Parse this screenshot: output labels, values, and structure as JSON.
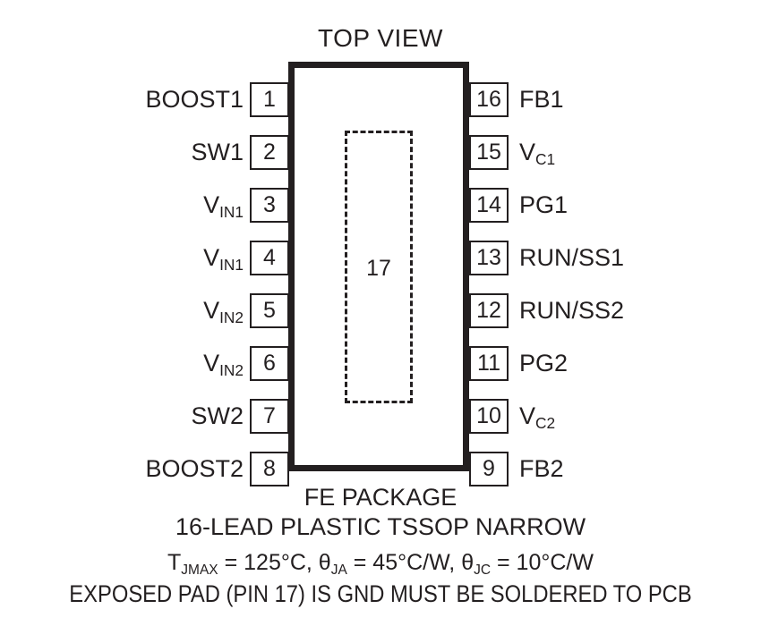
{
  "diagram": {
    "title": "TOP VIEW",
    "exposed_pad_number": "17",
    "left_pins": [
      {
        "number": "1",
        "label": "BOOST1",
        "sub": ""
      },
      {
        "number": "2",
        "label": "SW1",
        "sub": ""
      },
      {
        "number": "3",
        "label": "V",
        "sub": "IN1"
      },
      {
        "number": "4",
        "label": "V",
        "sub": "IN1"
      },
      {
        "number": "5",
        "label": "V",
        "sub": "IN2"
      },
      {
        "number": "6",
        "label": "V",
        "sub": "IN2"
      },
      {
        "number": "7",
        "label": "SW2",
        "sub": ""
      },
      {
        "number": "8",
        "label": "BOOST2",
        "sub": ""
      }
    ],
    "right_pins": [
      {
        "number": "16",
        "label": "FB1",
        "sub": ""
      },
      {
        "number": "15",
        "label": "V",
        "sub": "C1"
      },
      {
        "number": "14",
        "label": "PG1",
        "sub": ""
      },
      {
        "number": "13",
        "label": "RUN/SS1",
        "sub": ""
      },
      {
        "number": "12",
        "label": "RUN/SS2",
        "sub": ""
      },
      {
        "number": "11",
        "label": "PG2",
        "sub": ""
      },
      {
        "number": "10",
        "label": "V",
        "sub": "C2"
      },
      {
        "number": "9",
        "label": "FB2",
        "sub": ""
      }
    ],
    "caption": {
      "package_name": "FE PACKAGE",
      "package_description": "16-LEAD PLASTIC TSSOP NARROW",
      "thermal": {
        "tj_symbol": "T",
        "tj_sub": "JMAX",
        "tj_value": " = 125°C, ",
        "theta_ja_symbol": "θ",
        "theta_ja_sub": "JA",
        "theta_ja_value": " = 45°C/W, ",
        "theta_jc_symbol": "θ",
        "theta_jc_sub": "JC",
        "theta_jc_value": " = 10°C/W"
      },
      "exposed_pad_note": "EXPOSED PAD (PIN 17) IS GND MUST BE SOLDERED TO PCB"
    },
    "colors": {
      "ink": "#231f20",
      "background": "#ffffff"
    }
  }
}
